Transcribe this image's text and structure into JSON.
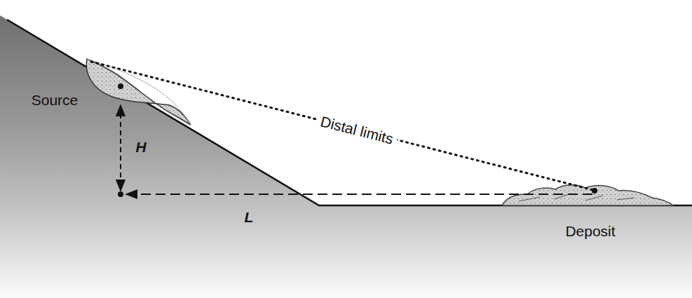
{
  "diagram": {
    "labels": [
      "Source",
      "H",
      "L",
      "Distal limits",
      "Deposit"
    ]
  }
}
